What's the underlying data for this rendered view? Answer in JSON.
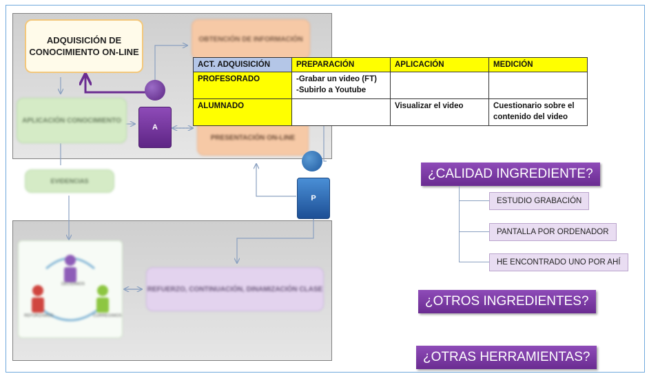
{
  "diagram": {
    "adquisicion_box": "ADQUISICIÓN DE CONOCIMIENTO ON-LINE",
    "obtencion_box": "OBTENCIÓN DE INFORMACIÓN",
    "presentacion_box": "PRESENTACIÓN ON-LINE",
    "aplicacion_box": "APLICACIÓN CONOCIMIENTO",
    "evidencias_box": "EVIDENCIAS",
    "refuerzo_box": "REFUERZO, CONTINUACIÓN, DINAMIZACIÓN CLASE",
    "alumno_letter": "A",
    "profesor_letter": "P",
    "cycle_labels": [
      "DECIDIMOS",
      "REFORZAMOS",
      "CORREGIMOS"
    ]
  },
  "table": {
    "headers": [
      "ACT. ADQUISICIÓN",
      "PREPARACIÓN",
      "APLICACIÓN",
      "MEDICIÓN"
    ],
    "rows": [
      [
        "PROFESORADO",
        "-Grabar un video (FT)\n-Subirlo a Youtube",
        "",
        ""
      ],
      [
        "ALUMNADO",
        "",
        "Visualizar el video",
        "Cuestionario sobre el contenido del video"
      ]
    ]
  },
  "questions": {
    "calidad": "¿CALIDAD INGREDIENTE?",
    "calidad_items": [
      "ESTUDIO GRABACIÓN",
      "PANTALLA POR ORDENADOR",
      "HE ENCONTRADO UNO POR AHÍ"
    ],
    "otros": "¿OTROS INGREDIENTES?",
    "herramientas": "¿OTRAS HERRAMIENTAS?"
  },
  "colors": {
    "purple": "#7030a0",
    "yellow": "#ffff00",
    "header_blue": "#b4c6e7",
    "arrow": "#8aa0c0"
  }
}
